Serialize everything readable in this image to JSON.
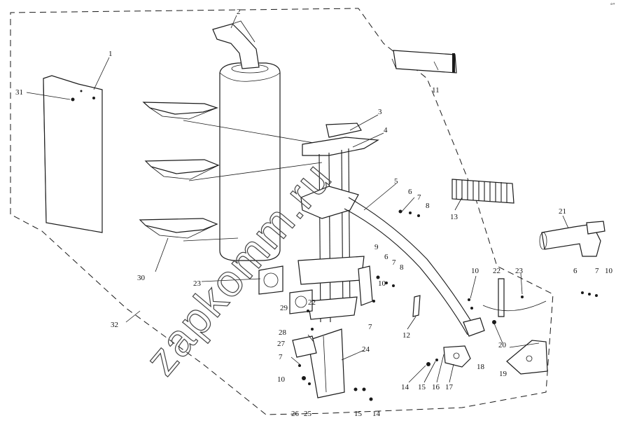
{
  "watermark": "zapkomm.ru",
  "corner_mark": "°\"",
  "callouts": [
    {
      "id": "c1",
      "text": "1"
    },
    {
      "id": "c2",
      "text": "2"
    },
    {
      "id": "c3",
      "text": "3"
    },
    {
      "id": "c4",
      "text": "4"
    },
    {
      "id": "c5",
      "text": "5"
    },
    {
      "id": "c6a",
      "text": "6"
    },
    {
      "id": "c6b",
      "text": "6"
    },
    {
      "id": "c6c",
      "text": "6"
    },
    {
      "id": "c7a",
      "text": "7"
    },
    {
      "id": "c7b",
      "text": "7"
    },
    {
      "id": "c7c",
      "text": "7"
    },
    {
      "id": "c7d",
      "text": "7"
    },
    {
      "id": "c7e",
      "text": "7"
    },
    {
      "id": "c8a",
      "text": "8"
    },
    {
      "id": "c8b",
      "text": "8"
    },
    {
      "id": "c9",
      "text": "9"
    },
    {
      "id": "c10a",
      "text": "10"
    },
    {
      "id": "c10b",
      "text": "10"
    },
    {
      "id": "c10c",
      "text": "10"
    },
    {
      "id": "c10d",
      "text": "10"
    },
    {
      "id": "c11",
      "text": "11"
    },
    {
      "id": "c12",
      "text": "12"
    },
    {
      "id": "c13",
      "text": "13"
    },
    {
      "id": "c14a",
      "text": "14"
    },
    {
      "id": "c14b",
      "text": "14"
    },
    {
      "id": "c15a",
      "text": "15"
    },
    {
      "id": "c15b",
      "text": "15"
    },
    {
      "id": "c16",
      "text": "16"
    },
    {
      "id": "c17",
      "text": "17"
    },
    {
      "id": "c18",
      "text": "18"
    },
    {
      "id": "c19",
      "text": "19"
    },
    {
      "id": "c20",
      "text": "20"
    },
    {
      "id": "c21",
      "text": "21"
    },
    {
      "id": "c22a",
      "text": "22"
    },
    {
      "id": "c22b",
      "text": "22"
    },
    {
      "id": "c23a",
      "text": "23"
    },
    {
      "id": "c23b",
      "text": "23"
    },
    {
      "id": "c24",
      "text": "24"
    },
    {
      "id": "c25",
      "text": "25"
    },
    {
      "id": "c26",
      "text": "26"
    },
    {
      "id": "c27",
      "text": "27"
    },
    {
      "id": "c28",
      "text": "28"
    },
    {
      "id": "c29",
      "text": "29"
    },
    {
      "id": "c30",
      "text": "30"
    },
    {
      "id": "c31",
      "text": "31"
    },
    {
      "id": "c32",
      "text": "32"
    }
  ]
}
